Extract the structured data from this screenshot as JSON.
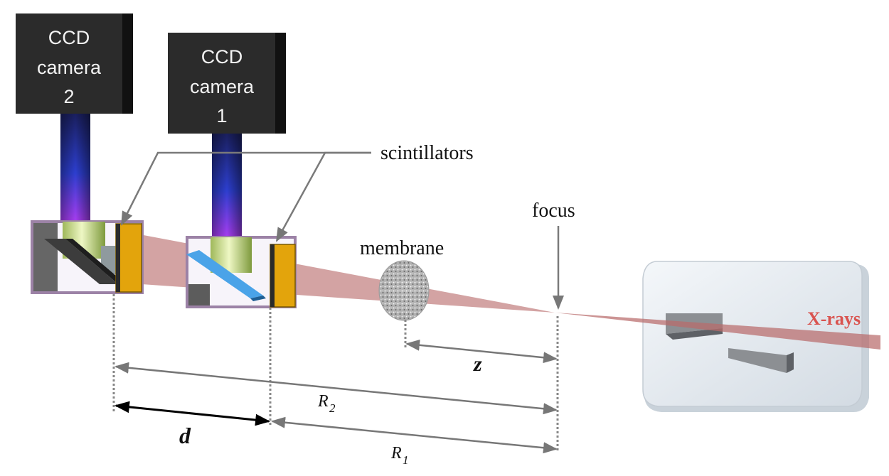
{
  "camera2": {
    "line1": "CCD",
    "line2": "camera",
    "line3": "2"
  },
  "camera1": {
    "line1": "CCD",
    "line2": "camera",
    "line3": "1"
  },
  "labels": {
    "scintillators": "scintillators",
    "focus": "focus",
    "membrane": "membrane",
    "xrays": "X-rays",
    "z": "z",
    "d": "d",
    "r2_main": "R",
    "r2_sub": "2",
    "r1_main": "R",
    "r1_sub": "1"
  },
  "colors": {
    "camera_body": "#2b2b2b",
    "beam": "#b86b6b",
    "scintillator": "#e3a40c",
    "xray_text": "#d9534f",
    "dimension_line": "#777777"
  }
}
